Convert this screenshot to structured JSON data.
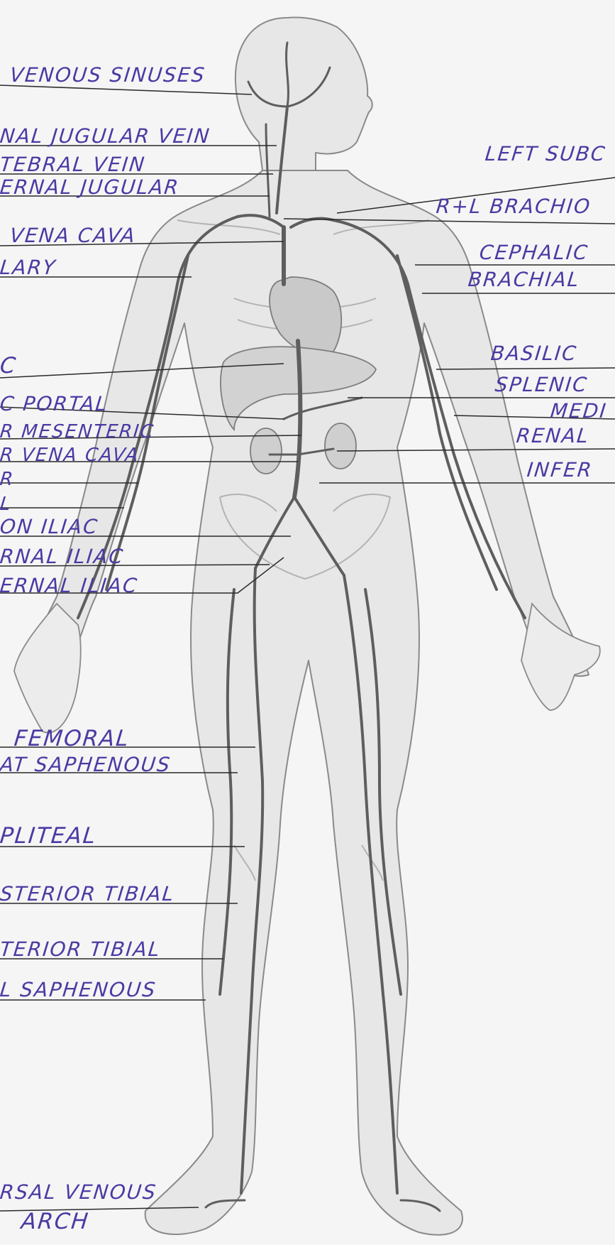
{
  "diagram": {
    "left_labels": [
      "VENOUS SINUSES",
      "NAL JUGULAR VEIN",
      "TEBRAL VEIN",
      "ERNAL JUGULAR",
      "VENA CAVA",
      "LARY",
      "C",
      "C PORTAL",
      "R MESENTERIC",
      "R VENA CAVA",
      "R",
      "L",
      "ON ILIAC",
      "RNAL ILIAC",
      "ERNAL ILIAC",
      "FEMORAL",
      "AT SAPHENOUS",
      "PLITEAL",
      "STERIOR TIBIAL",
      "TERIOR TIBIAL",
      "L SAPHENOUS",
      "RSAL VENOUS",
      "ARCH"
    ],
    "right_labels": [
      "LEFT SUBC",
      "R+L BRACHIO",
      "CEPHALIC",
      "BRACHIAL",
      "BASILIC",
      "SPLENIC",
      "MEDI",
      "RENAL",
      "INFER"
    ]
  },
  "colors": {
    "ink": "#4b3aa3",
    "body_fill": "#e6e6e6",
    "outline": "#8c8c8c",
    "vein": "#5e5e5e",
    "leader": "#2a2a2a"
  }
}
